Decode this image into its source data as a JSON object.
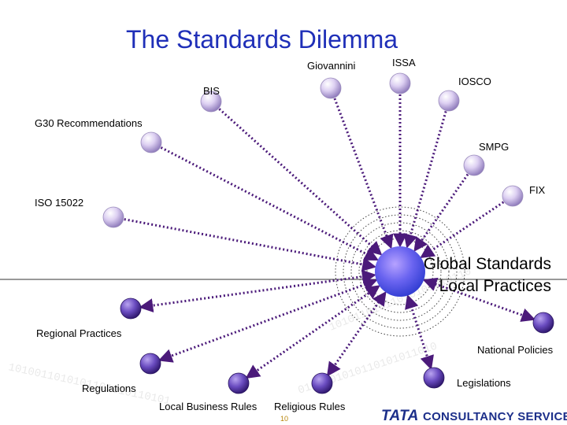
{
  "title": "The Standards Dilemma",
  "center": {
    "line1": "Global Standards",
    "line2": "Local Practices"
  },
  "upper_nodes": [
    {
      "label": "Giovannini"
    },
    {
      "label": "ISSA"
    },
    {
      "label": "BIS"
    },
    {
      "label": "IOSCO"
    },
    {
      "label": "G30 Recommendations"
    },
    {
      "label": "SMPG"
    },
    {
      "label": "FIX"
    },
    {
      "label": "ISO 15022"
    }
  ],
  "lower_nodes": [
    {
      "label": "Regional Practices"
    },
    {
      "label": "National Policies"
    },
    {
      "label": "Regulations"
    },
    {
      "label": "Legislations"
    },
    {
      "label": "Local Business Rules"
    },
    {
      "label": "Religious Rules"
    }
  ],
  "footer": {
    "page_number": "10",
    "logo_brand": "TATA",
    "logo_rest": "CONSULTANCY SERVICES"
  },
  "colors": {
    "title": "#1f2fb8",
    "upper_node": "#c9b8e8",
    "lower_node": "#5a3ea8",
    "center_node": "#4a5ce0",
    "arrow": "#4b1a7a",
    "logo": "#1c2f8a"
  },
  "icons": {
    "upper_node": "lavender-sphere-icon",
    "lower_node": "purple-sphere-icon",
    "center_node": "blue-sphere-icon"
  }
}
